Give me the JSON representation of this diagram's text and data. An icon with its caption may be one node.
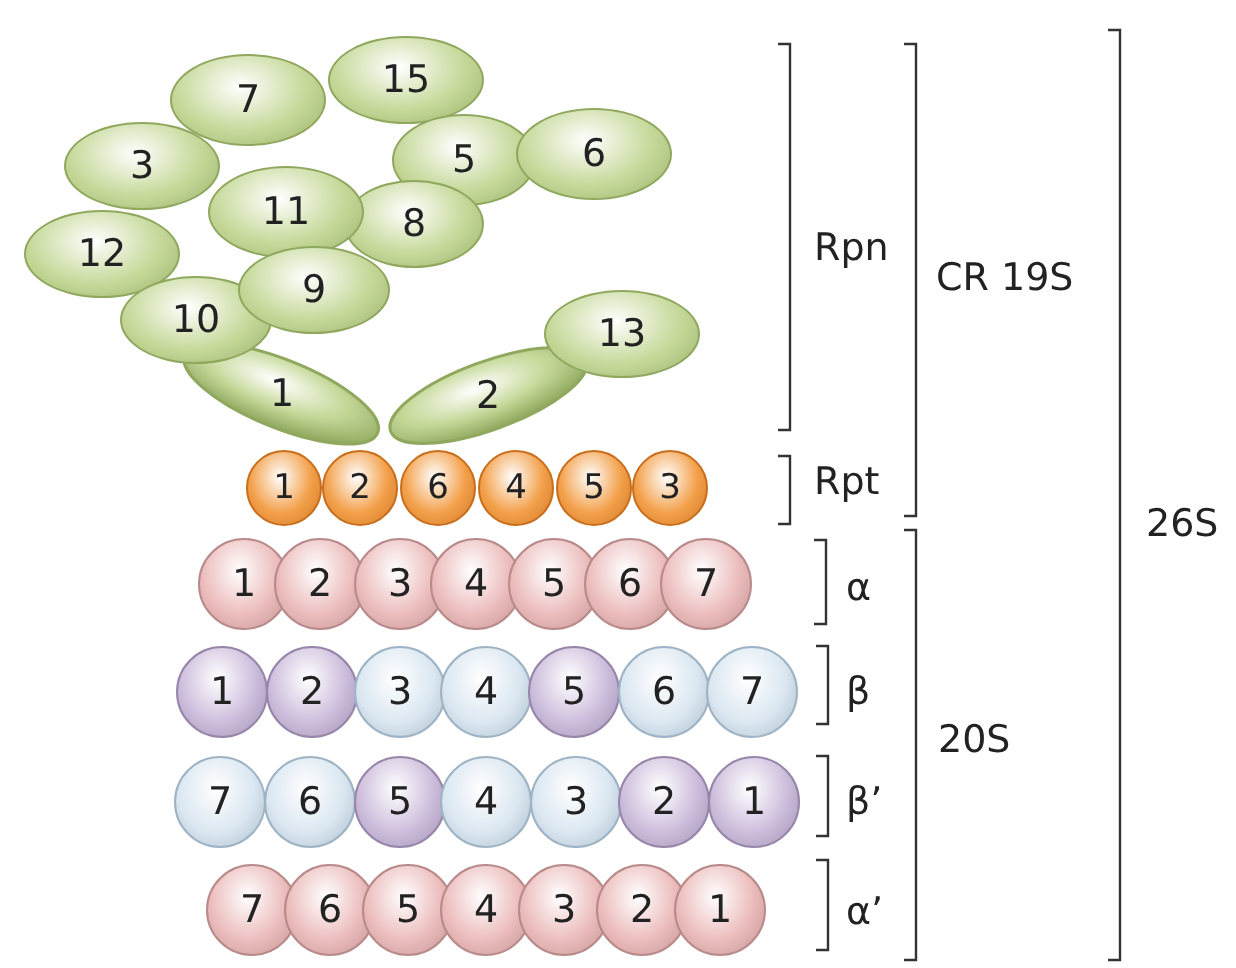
{
  "diagram": {
    "nodes": [
      {
        "text": [
          "15"
        ]
      },
      {
        "text": [
          "7"
        ]
      },
      {
        "text": [
          "6"
        ]
      },
      {
        "text": [
          "5"
        ]
      },
      {
        "text": [
          "3"
        ]
      },
      {
        "text": [
          "11"
        ]
      },
      {
        "text": [
          "8"
        ]
      },
      {
        "text": [
          "12"
        ]
      },
      {
        "text": [
          "9"
        ]
      },
      {
        "text": [
          "10"
        ]
      },
      {
        "text": [
          "13"
        ]
      },
      {
        "text": [
          "1"
        ]
      },
      {
        "text": [
          "2"
        ]
      },
      {
        "text": [
          "1"
        ]
      },
      {
        "text": [
          "2"
        ]
      },
      {
        "text": [
          "6"
        ]
      },
      {
        "text": [
          "4"
        ]
      },
      {
        "text": [
          "5"
        ]
      },
      {
        "text": [
          "3"
        ]
      },
      {
        "text": [
          "1"
        ]
      },
      {
        "text": [
          "2"
        ]
      },
      {
        "text": [
          "3"
        ]
      },
      {
        "text": [
          "4"
        ]
      },
      {
        "text": [
          "5"
        ]
      },
      {
        "text": [
          "6"
        ]
      },
      {
        "text": [
          "7"
        ]
      },
      {
        "text": [
          "1"
        ]
      },
      {
        "text": [
          "2"
        ]
      },
      {
        "text": [
          "3"
        ]
      },
      {
        "text": [
          "4"
        ]
      },
      {
        "text": [
          "5"
        ]
      },
      {
        "text": [
          "6"
        ]
      },
      {
        "text": [
          "7"
        ]
      },
      {
        "text": [
          "7"
        ]
      },
      {
        "text": [
          "6"
        ]
      },
      {
        "text": [
          "5"
        ]
      },
      {
        "text": [
          "4"
        ]
      },
      {
        "text": [
          "3"
        ]
      },
      {
        "text": [
          "2"
        ]
      },
      {
        "text": [
          "1"
        ]
      },
      {
        "text": [
          "7"
        ]
      },
      {
        "text": [
          "6"
        ]
      },
      {
        "text": [
          "5"
        ]
      },
      {
        "text": [
          "4"
        ]
      },
      {
        "text": [
          "3"
        ]
      },
      {
        "text": [
          "2"
        ]
      },
      {
        "text": [
          "1"
        ]
      }
    ],
    "labels": [
      "Rpn",
      "CR 19S",
      "Rpt",
      "26S",
      "α",
      "β",
      "20S",
      "β’",
      "α’"
    ]
  }
}
